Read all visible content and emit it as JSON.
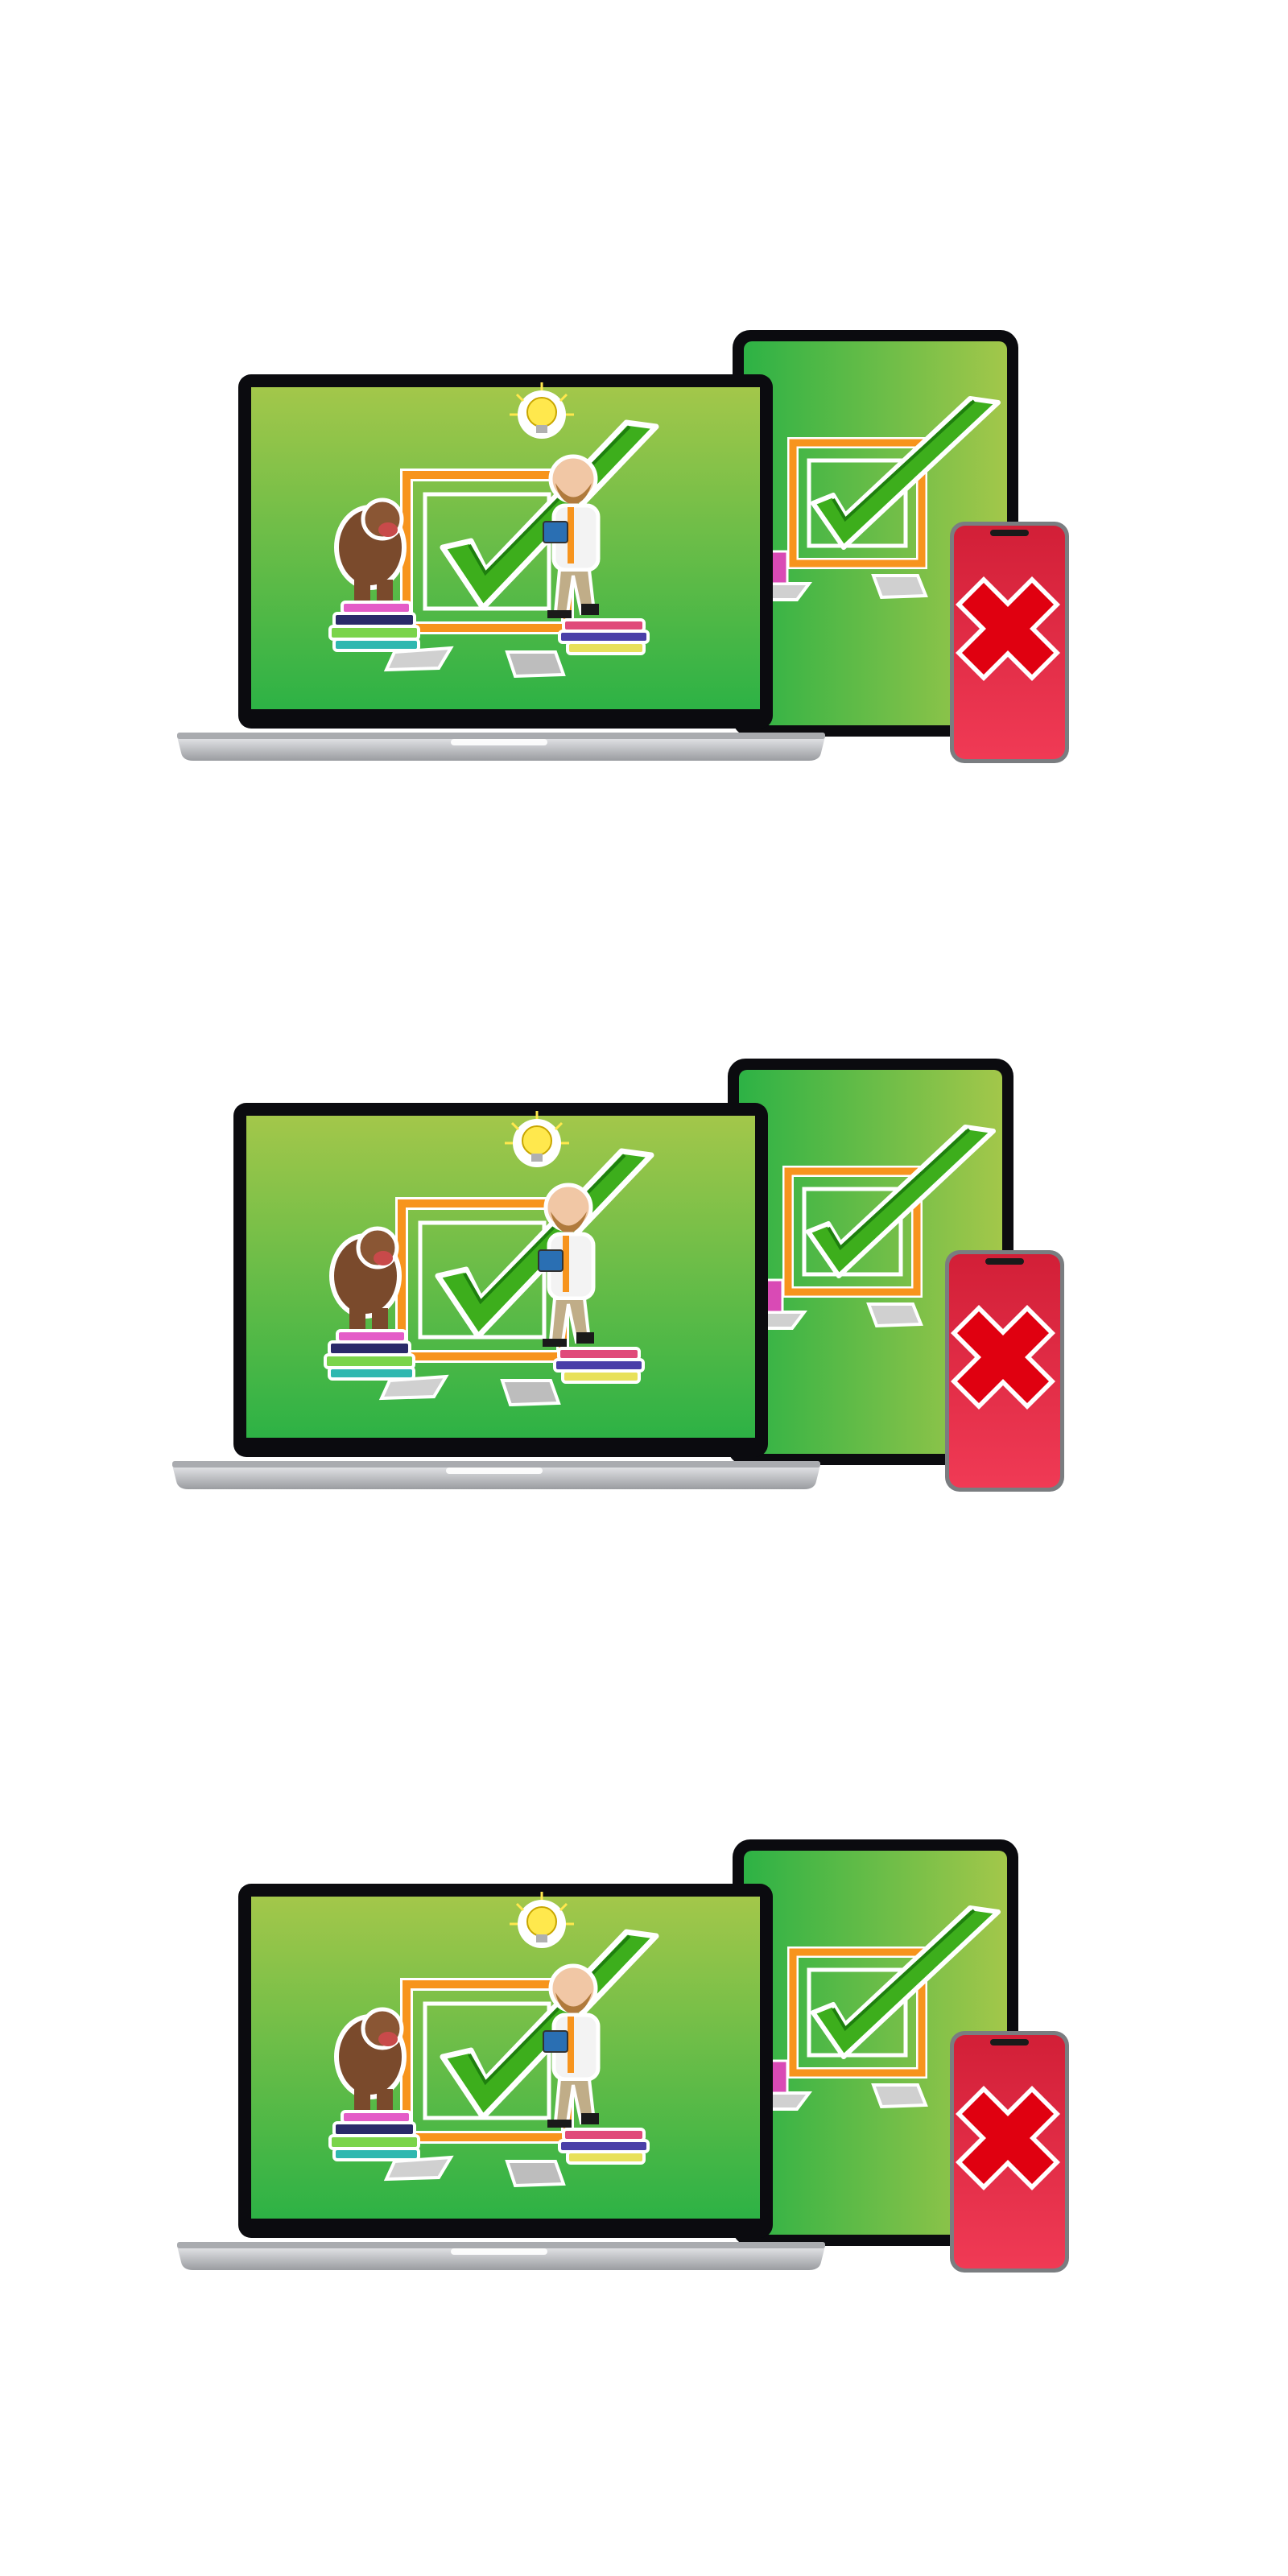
{
  "colors": {
    "background": "#ffffff",
    "screen_green_light": "#a3c74a",
    "screen_green_dark": "#2db245",
    "checkbox_orange": "#f7941d",
    "checkmark_green": "#3dae1c",
    "phone_red": "#e0223c",
    "cross_red": "#e00010",
    "device_bezel": "#0b0b0f",
    "laptop_silver": "#c8c9cc"
  },
  "scenes": [
    {
      "laptop": "checkmark-screen",
      "tablet": "checkmark-screen",
      "phone": "red-cross"
    },
    {
      "laptop": "checkmark-screen",
      "tablet": "checkmark-screen",
      "phone": "red-cross"
    },
    {
      "laptop": "checkmark-screen",
      "tablet": "checkmark-screen",
      "phone": "red-cross"
    }
  ],
  "icons": [
    "laptop-icon",
    "tablet-icon",
    "phone-icon",
    "checkmark-icon",
    "lightbulb-icon",
    "monkey-illustration",
    "person-illustration",
    "book-stack-icon",
    "cross-icon"
  ]
}
